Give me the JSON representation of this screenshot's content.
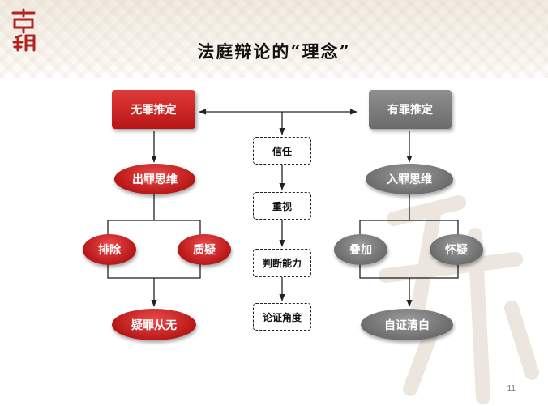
{
  "title": "法庭辩论的“理念”",
  "left": {
    "top": "无罪推定",
    "mid": "出罪思维",
    "branch_a": "排除",
    "branch_b": "质疑",
    "bottom": "疑罪从无"
  },
  "right": {
    "top": "有罪推定",
    "mid": "入罪思维",
    "branch_a": "叠加",
    "branch_b": "怀疑",
    "bottom": "自证清白"
  },
  "center": [
    "信任",
    "重视",
    "判断能力",
    "论证角度"
  ],
  "page_number": "11",
  "colors": {
    "red": "#c41f1f",
    "gray": "#7a7a7a"
  }
}
